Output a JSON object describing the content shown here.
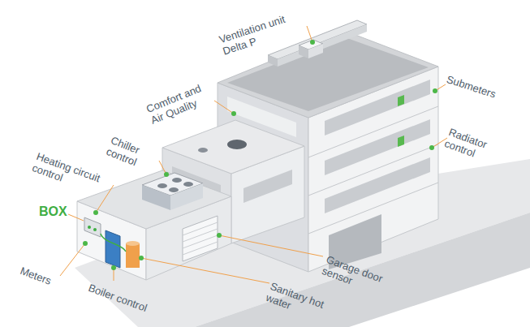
{
  "diagram": {
    "labels": [
      "Ventilation unit Delta P",
      "Comfort and Air Quality",
      "Submeters",
      "Chiller control",
      "Radiator control",
      "Heating circuit control",
      "BOX",
      "Garage door sensor",
      "Meters",
      "Sanitary hot water",
      "Boiler control"
    ]
  }
}
